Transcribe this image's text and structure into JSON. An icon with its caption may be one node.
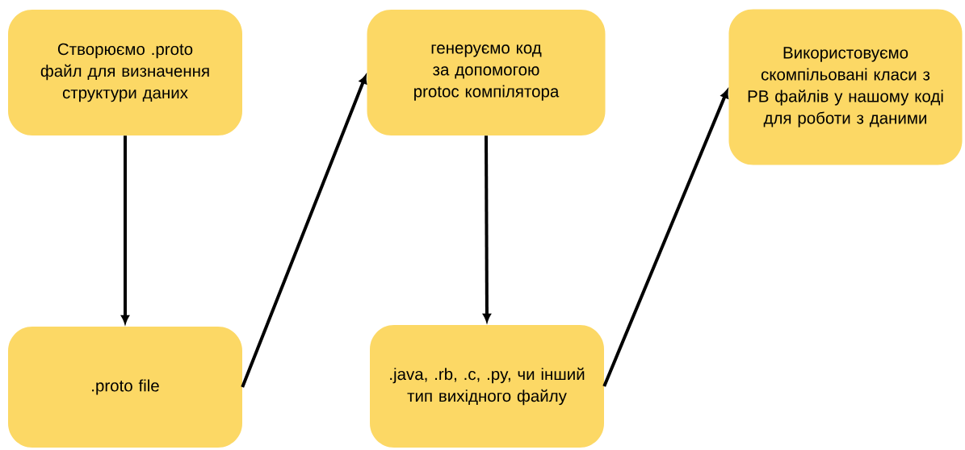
{
  "diagram": {
    "nodes": [
      {
        "text": [
          "Створюємо .proto файл для визначення структури даних"
        ]
      },
      {
        "text": [
          ".proto file"
        ]
      },
      {
        "text": [
          "генеруємо код за допомогою protoc компілятора"
        ]
      },
      {
        "text": [
          ".java, .rb, .c, .py, чи інший тип вихідного файлу"
        ]
      },
      {
        "text": [
          "Використовуємо скомпільовані класи з PB файлів у нашому коді для роботи з даними"
        ]
      }
    ],
    "edges": [
      {
        "from": 0,
        "to": 1,
        "arrow": "to"
      },
      {
        "from": 1,
        "to": 2,
        "arrow": "to"
      },
      {
        "from": 2,
        "to": 3,
        "arrow": "to"
      },
      {
        "from": 3,
        "to": 4,
        "arrow": "to"
      }
    ]
  }
}
